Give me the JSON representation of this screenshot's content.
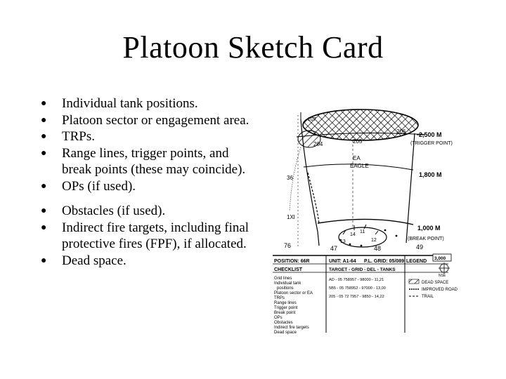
{
  "title": "Platoon Sketch Card",
  "bullets": [
    "Individual tank positions.",
    "Platoon sector or engagement area.",
    "TRPs.",
    "Range lines, trigger points, and break points (these may coincide).",
    "OPs (if used).",
    "Obstacles (if used).",
    "Indirect fire targets, including final protective fires (FPF), if allocated.",
    "Dead space."
  ],
  "sketch": {
    "trp_labels": [
      "204",
      "205",
      "206",
      "207"
    ],
    "range_top": "2,500 M",
    "trigger_point": "(TRIGGER POINT)",
    "range_mid": "1,800 M",
    "range_low": "1,000 M",
    "break_point": "(BREAK POINT)",
    "ea_name_1": "EA",
    "ea_name_2": "EAGLE",
    "grid_left": [
      "36",
      "1Xl"
    ],
    "grid_bottom": [
      "76",
      "47",
      "48",
      "49"
    ],
    "vehicle_labels": [
      "13",
      "14",
      "11",
      "12"
    ],
    "position_label": "POSITION: 66R",
    "unit_label": "UNIT: A1-64",
    "plgrid_label": "P.L. GRID: 05/089",
    "legend_label": "LEGEND",
    "checklist_label": "CHECKLIST",
    "target_header": "TARGET - GRID - DEL - TANKS",
    "checklist_items": [
      "Grid lines",
      "Individual tank",
      "positions",
      "Platoon sector or EA",
      "TRPs",
      "Range lines",
      "Trigger point",
      "Break point",
      "OPs",
      "Obstacles",
      "Indirect fire targets",
      "Dead space"
    ],
    "target_rows": [
      "AD - 05 758957 - 98000 - 11,21",
      "5B5 - 05 758952 - 97000 - 13,00",
      "205 - 05 72 7957 - 9850 - 14,22"
    ],
    "legend_items": [
      "DEAD SPACE",
      "IMPROVED ROAD",
      "TRAIL"
    ],
    "legend_scale": "3,000",
    "legend_compass": "NSE"
  }
}
